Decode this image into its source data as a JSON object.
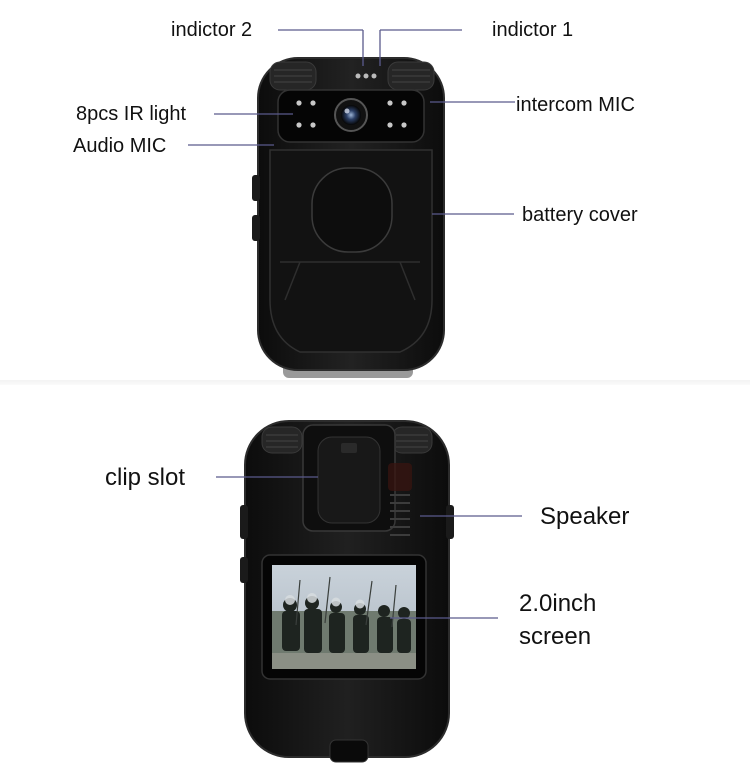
{
  "top_view": {
    "labels": {
      "indicator_2": "indictor 2",
      "indicator_1": "indictor 1",
      "ir_light": "8pcs IR light",
      "audio_mic": "Audio MIC",
      "intercom_mic": "intercom MIC",
      "battery_cover": "battery cover"
    }
  },
  "bottom_view": {
    "labels": {
      "clip_slot": "clip slot",
      "speaker": "Speaker",
      "screen_line1": "2.0inch",
      "screen_line2": "screen"
    }
  },
  "colors": {
    "device_body": "#141414",
    "device_edge": "#2c2c2c",
    "callout_line": "#5a5a8c",
    "label_text": "#111111",
    "screen_sky": "#b9c3cc"
  }
}
